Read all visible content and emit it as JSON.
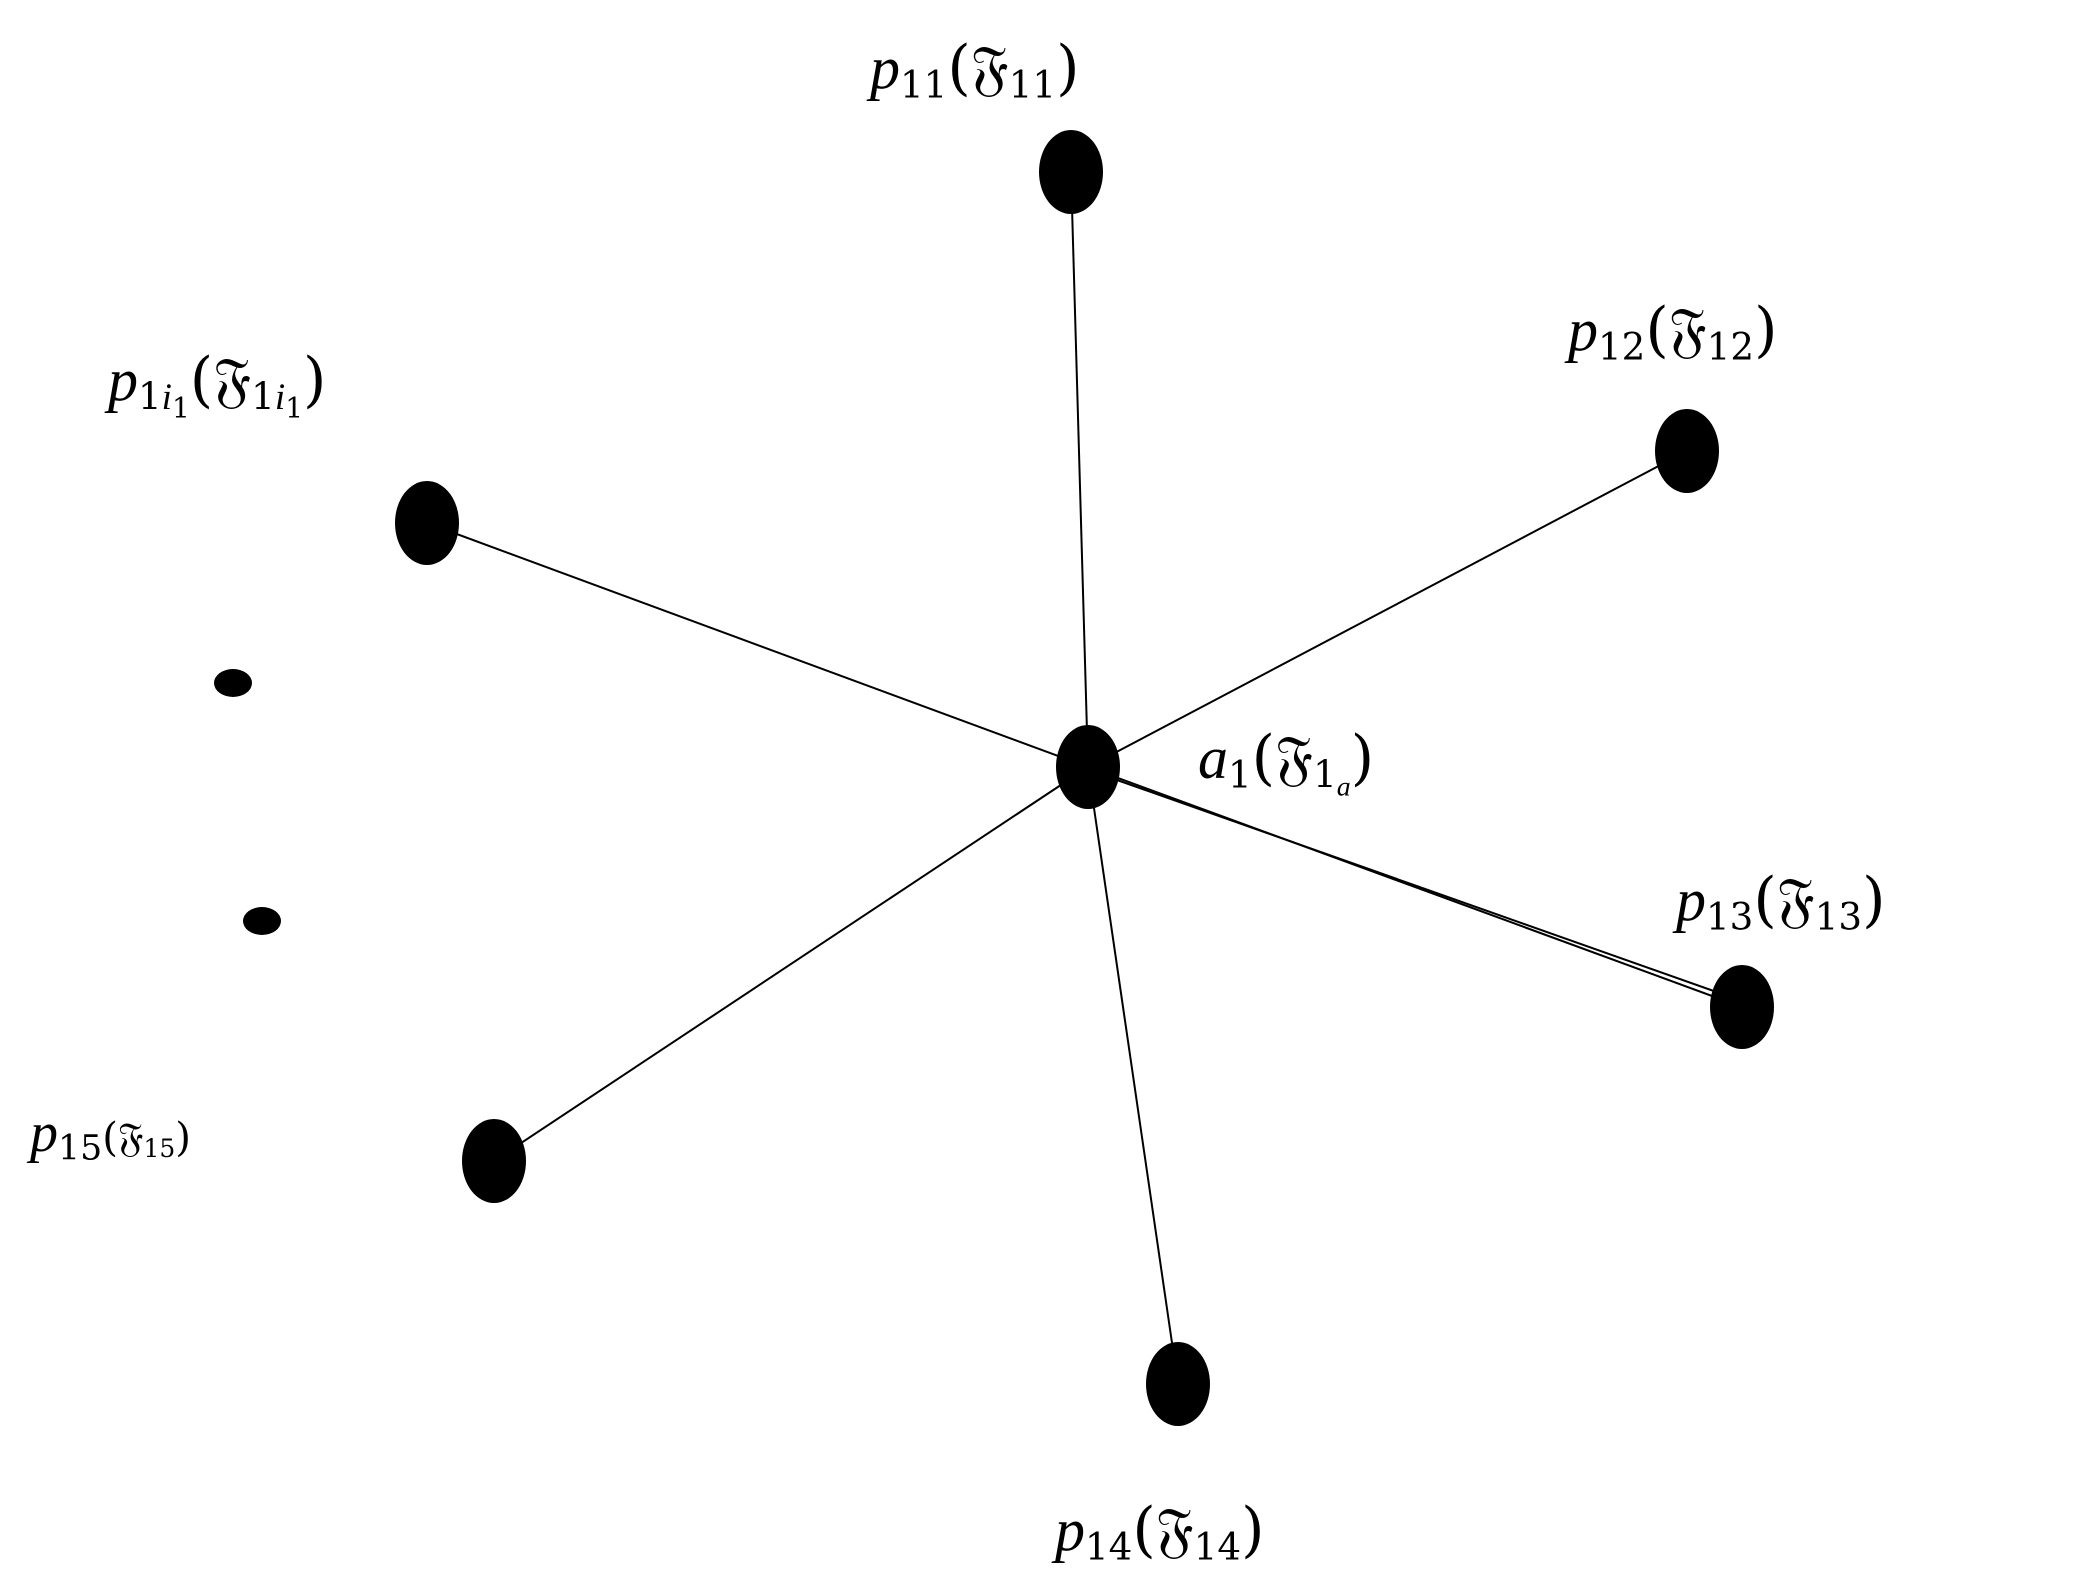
{
  "diagram": {
    "center": {
      "id": "a1",
      "label": {
        "sym": "a",
        "sub": "1",
        "frak": "𝔉",
        "fsub": "1",
        "fsubsub": "a"
      }
    },
    "leaves": [
      {
        "id": "p11",
        "label": {
          "sym": "p",
          "sub": "11",
          "frak": "𝔉",
          "fsub": "11"
        }
      },
      {
        "id": "p12",
        "label": {
          "sym": "p",
          "sub": "12",
          "frak": "𝔉",
          "fsub": "12"
        }
      },
      {
        "id": "p13",
        "label": {
          "sym": "p",
          "sub": "13",
          "frak": "𝔉",
          "fsub": "13"
        }
      },
      {
        "id": "p14",
        "label": {
          "sym": "p",
          "sub": "14",
          "frak": "𝔉",
          "fsub": "14"
        }
      },
      {
        "id": "p15",
        "label": {
          "sym": "p",
          "sub": "15",
          "frak": "𝔉",
          "fsub": "15"
        }
      },
      {
        "id": "p1i1",
        "label": {
          "sym": "p",
          "sub": "1",
          "subsub": "i",
          "subsub2": "1",
          "frak": "𝔉",
          "fsub": "1",
          "fsubsub": "i",
          "fsubsub2": "1"
        }
      }
    ],
    "edges": [
      [
        "a1",
        "p11"
      ],
      [
        "a1",
        "p12"
      ],
      [
        "a1",
        "p13"
      ],
      [
        "a1",
        "p14"
      ],
      [
        "a1",
        "p15"
      ],
      [
        "a1",
        "p1i1"
      ]
    ],
    "ellipsis_dots": 2,
    "color": "#000000"
  }
}
